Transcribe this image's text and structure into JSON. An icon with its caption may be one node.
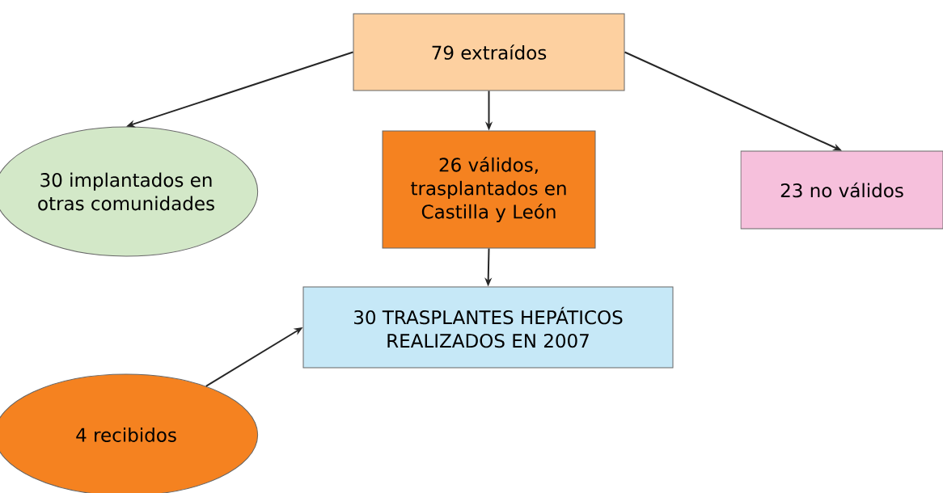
{
  "diagram": {
    "nodes": [
      {
        "text": [
          "79 extraídos"
        ]
      },
      {
        "text": [
          "30 implantados en otras comunidades"
        ]
      },
      {
        "text": [
          "26 válidos, trasplantados en Castilla y León"
        ]
      },
      {
        "text": [
          "23 no válidos"
        ]
      },
      {
        "text": [
          "30 TRASPLANTES HEPÁTICOS REALIZADOS EN 2007"
        ]
      },
      {
        "text": [
          "4 recibidos"
        ]
      }
    ],
    "edges": [
      {
        "from": 0,
        "to": 1,
        "arrow": "to"
      },
      {
        "from": 0,
        "to": 2,
        "arrow": "to"
      },
      {
        "from": 0,
        "to": 3,
        "arrow": "to"
      },
      {
        "from": 2,
        "to": 4,
        "arrow": "to"
      },
      {
        "from": 5,
        "to": 4,
        "arrow": "to"
      }
    ]
  }
}
